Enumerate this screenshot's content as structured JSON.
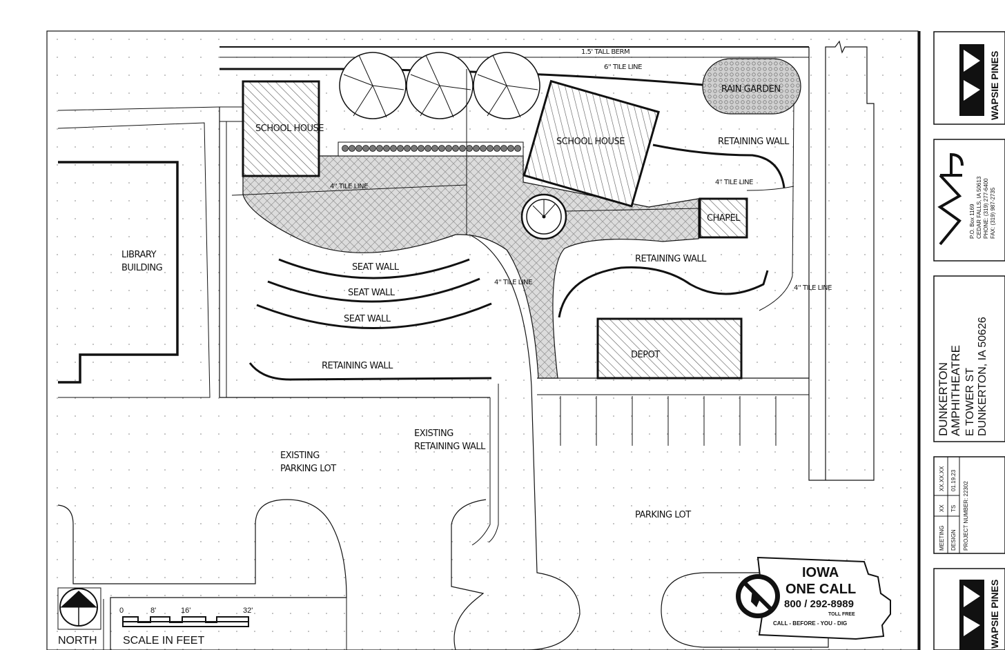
{
  "labels": {
    "berm": "1.5' TALL BERM",
    "tile_6": "6'' TILE LINE",
    "rain_garden": "RAIN GARDEN",
    "school_house_1": "SCHOOL HOUSE",
    "school_house_2": "SCHOOL HOUSE",
    "retaining_wall_1": "RETAINING WALL",
    "tile_4_a": "4'' TILE LINE",
    "tile_4_b": "4'' TILE LINE",
    "tile_4_c": "4'' TILE LINE",
    "tile_4_d": "4'' TILE LINE",
    "chapel": "CHAPEL",
    "library_line1": "LIBRARY",
    "library_line2": "BUILDING",
    "seat_wall_1": "SEAT WALL",
    "seat_wall_2": "SEAT WALL",
    "seat_wall_3": "SEAT WALL",
    "retaining_wall_2": "RETAINING WALL",
    "retaining_wall_3": "RETAINING WALL",
    "depot": "DEPOT",
    "existing_retaining_line1": "EXISTING",
    "existing_retaining_line2": "RETAINING WALL",
    "existing_parking_line1": "EXISTING",
    "existing_parking_line2": "PARKING LOT",
    "parking_lot": "PARKING LOT"
  },
  "scale": {
    "north": "NORTH",
    "title": "SCALE IN FEET",
    "ticks": [
      "0",
      "8'",
      "16'",
      "32'"
    ]
  },
  "one_call": {
    "line1": "IOWA",
    "line2": "ONE CALL",
    "phone": "800 /  292-8989",
    "toll_free": "TOLL FREE",
    "tagline": "CALL - BEFORE - YOU - DIG"
  },
  "title_block": {
    "company": "WAPSIE PINES",
    "po_box": "P.O. Box 1169",
    "city": "CEDAR FALLS, IA 50613",
    "phone": "PHONE: (319) 277-6400",
    "fax": "FAX: (319) 987-2735",
    "project_line1": "DUNKERTON",
    "project_line2": "AMPHITHEATRE",
    "project_line3": "E TOWER ST",
    "project_line4": "DUNKERTON, IA 50626",
    "meeting_label": "MEETING",
    "meeting_by": "XX",
    "meeting_date": "XX.XX.XX",
    "design_label": "DESIGN",
    "design_by": "TS",
    "design_date": "01.19.23",
    "project_number": "PROJECT NUMBER: 22302"
  },
  "colors": {
    "ink": "#111111",
    "pave": "#d4d4d4",
    "hatch": "#555555"
  }
}
